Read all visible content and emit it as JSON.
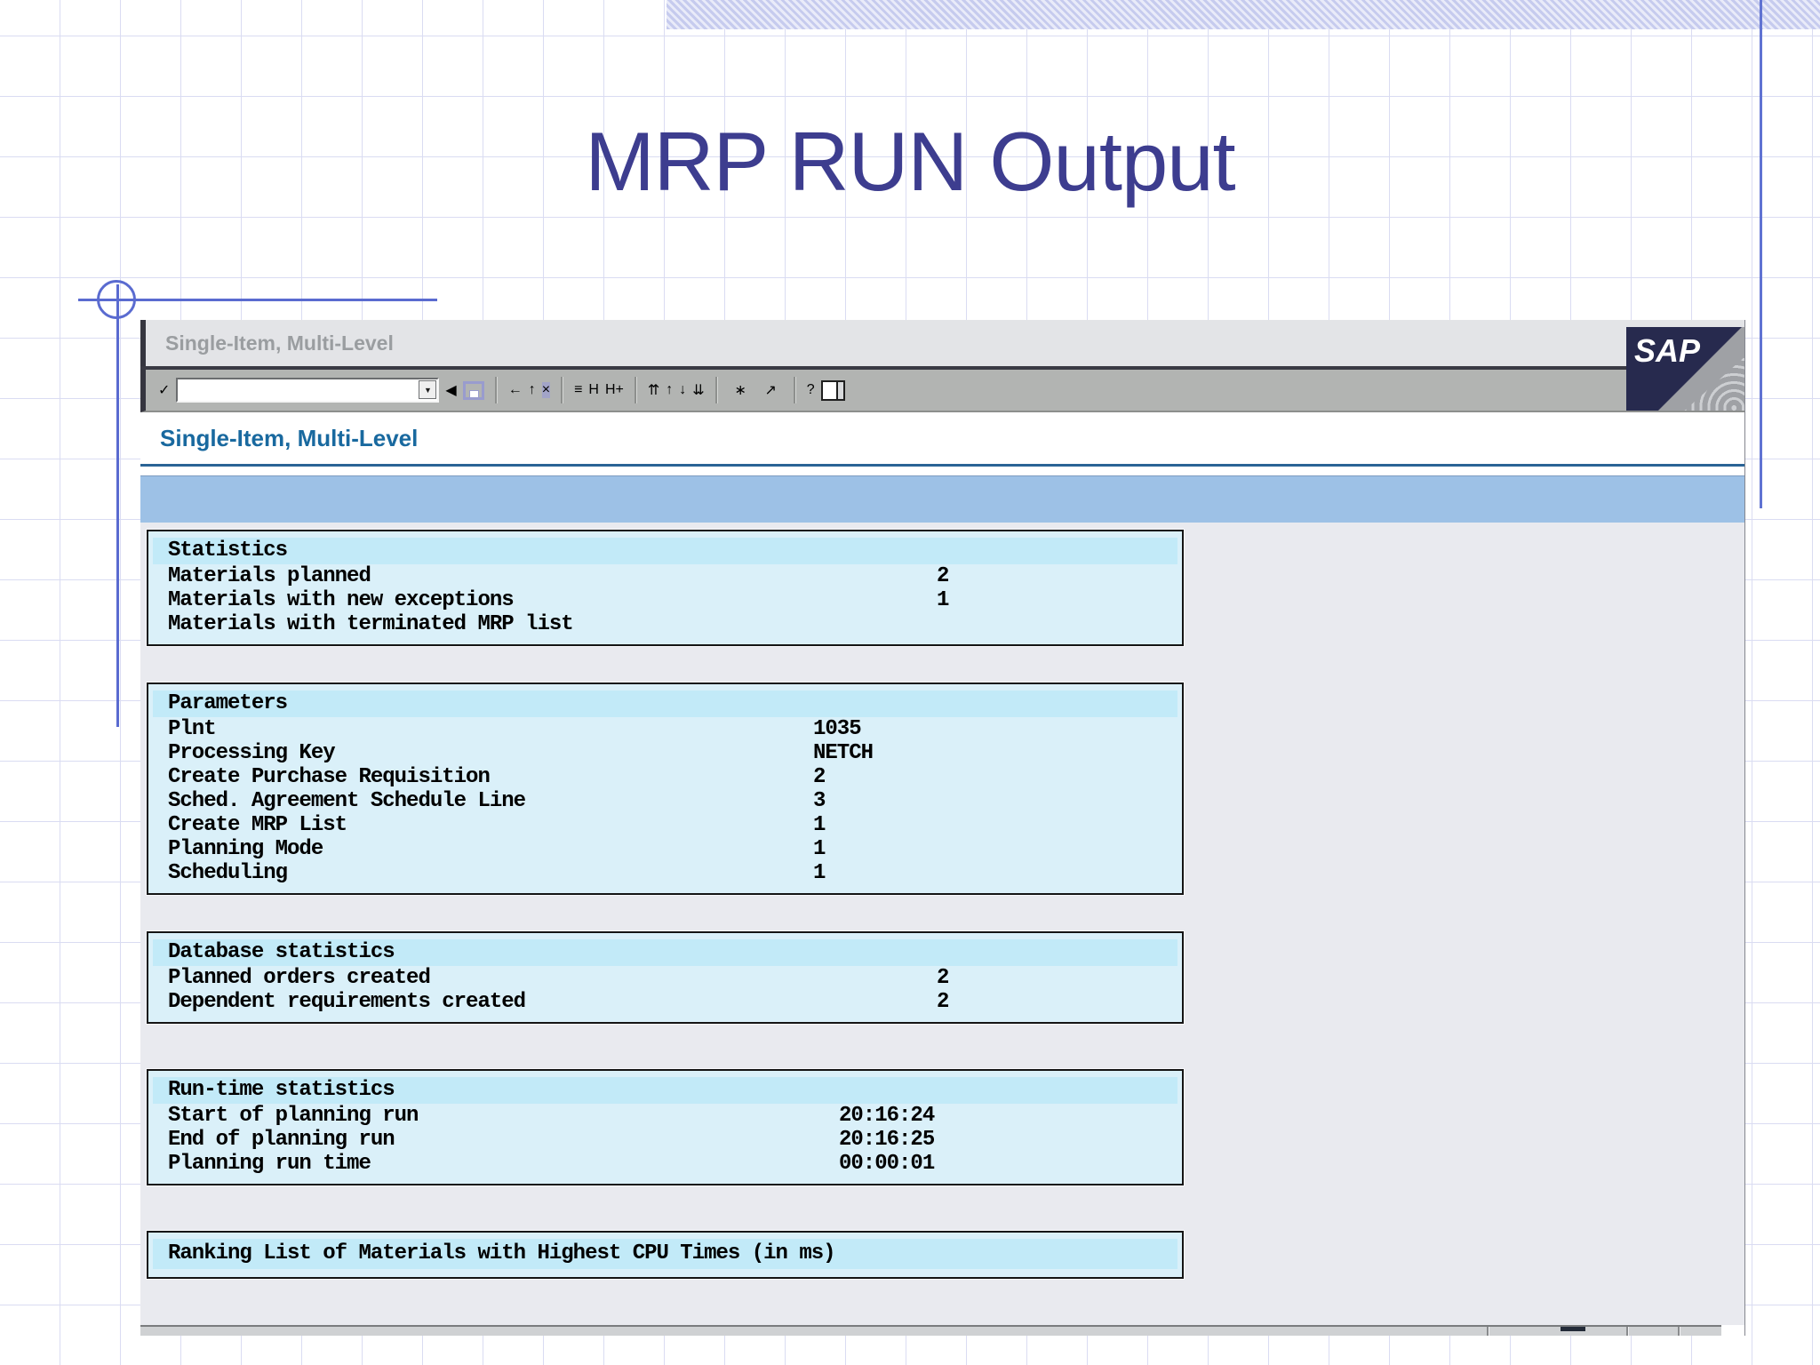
{
  "slide": {
    "title": "MRP RUN Output"
  },
  "window": {
    "title": "Single-Item, Multi-Level",
    "logo": "SAP",
    "screen_title": "Single-Item, Multi-Level",
    "command_field_value": ""
  },
  "icons": {
    "enter": "✓",
    "command_history": "▼",
    "back_nav": "◀",
    "back": "←",
    "up": "↑",
    "cancel": "×",
    "print": "≡",
    "find": "H",
    "find_next": "H+",
    "first_page": "⇈",
    "page_up": "↑",
    "page_down": "↓",
    "last_page": "⇊",
    "new_session": "∗",
    "shortcut": "↗",
    "help": "?"
  },
  "boxes": {
    "statistics": {
      "header": "Statistics",
      "rows": [
        {
          "label": "Materials planned",
          "value": "2"
        },
        {
          "label": "Materials with new exceptions",
          "value": "1"
        },
        {
          "label": "Materials with terminated MRP list",
          "value": ""
        }
      ]
    },
    "parameters": {
      "header": "Parameters",
      "rows": [
        {
          "label": "Plnt",
          "value": "1035"
        },
        {
          "label": "Processing Key",
          "value": "NETCH"
        },
        {
          "label": "Create Purchase Requisition",
          "value": "2"
        },
        {
          "label": "Sched. Agreement Schedule Line",
          "value": "3"
        },
        {
          "label": "Create MRP List",
          "value": "1"
        },
        {
          "label": "Planning Mode",
          "value": "1"
        },
        {
          "label": "Scheduling",
          "value": "1"
        }
      ]
    },
    "database": {
      "header": "Database statistics",
      "rows": [
        {
          "label": "Planned orders created",
          "value": "2"
        },
        {
          "label": "Dependent requirements created",
          "value": "2"
        }
      ]
    },
    "runtime": {
      "header": "Run-time statistics",
      "rows": [
        {
          "label": "Start of planning run",
          "value": "20:16:24"
        },
        {
          "label": "End of planning run",
          "value": "20:16:25"
        },
        {
          "label": "Planning run time",
          "value": "00:00:01"
        }
      ]
    },
    "ranking": {
      "header": "Ranking List of Materials with Highest CPU Times (in ms)"
    }
  },
  "colors": {
    "slide_title": "#3d3d8f",
    "screen_title_blue": "#19699f",
    "app_toolbar_blue": "#9dc1e6",
    "box_header_cyan": "#c2eaf8",
    "box_body_cyan": "#daf0f9",
    "sap_logo_navy": "#272a4e"
  }
}
